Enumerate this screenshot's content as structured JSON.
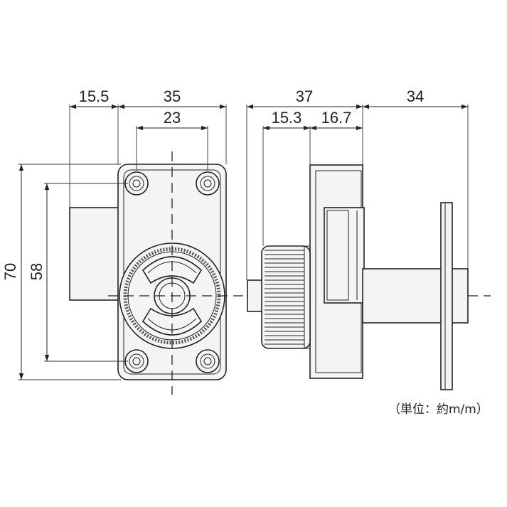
{
  "drawing": {
    "front_view": {
      "dim_top_left": "15.5",
      "dim_top_main": "35",
      "dim_hole_pitch_h": "23",
      "dim_height_total": "70",
      "dim_hole_pitch_v": "58"
    },
    "side_view": {
      "dim_body_total": "37",
      "dim_knob": "15.3",
      "dim_case": "16.7",
      "dim_cylinder": "34"
    },
    "unit_note": "（単位：約m/m）"
  },
  "colors": {
    "line": "#222222",
    "part_fill": "#f5f4f2",
    "background": "#ffffff"
  }
}
